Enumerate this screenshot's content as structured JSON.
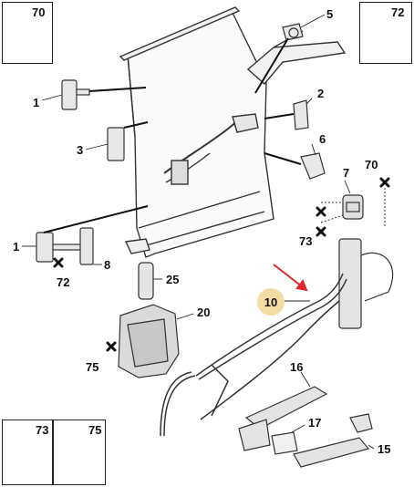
{
  "diagram": {
    "parts": {
      "p70_box": "70",
      "p72_box": "72",
      "p73_box": "73",
      "p75_box": "75",
      "p1_top": "1",
      "p1_bottom": "1",
      "p2": "2",
      "p3": "3",
      "p5": "5",
      "p6": "6",
      "p7": "7",
      "p8": "8",
      "p10": "10",
      "p15": "15",
      "p16": "16",
      "p17": "17",
      "p20": "20",
      "p25": "25",
      "p70": "70",
      "p72": "72",
      "p73": "73",
      "p75": "75"
    },
    "colors": {
      "line": "#222222",
      "highlight": "#f4dca4",
      "arrow": "#e0262b"
    }
  }
}
